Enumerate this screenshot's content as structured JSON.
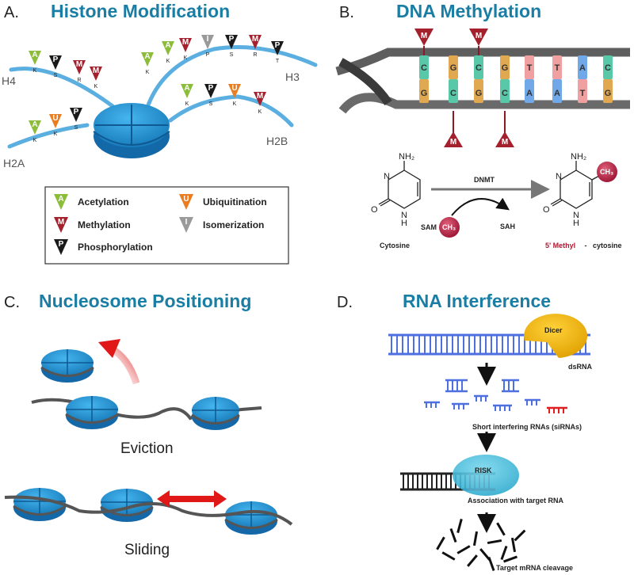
{
  "panels": {
    "a": {
      "letter": "A.",
      "title": "Histone Modification",
      "tails": {
        "h4": "H4",
        "h3": "H3",
        "h2a": "H2A",
        "h2b": "H2B"
      },
      "residues": {
        "k": "K",
        "s": "S",
        "r": "R",
        "t": "T",
        "p": "P"
      },
      "marks": {
        "acetyl": "A",
        "methyl": "M",
        "phospho": "P",
        "ubiq": "U",
        "isomer": "I"
      },
      "legend": {
        "acetylation": "Acetylation",
        "methylation": "Methylation",
        "phosphorylation": "Phosphorylation",
        "ubiquitination": "Ubiquitination",
        "isomerization": "Isomerization"
      }
    },
    "b": {
      "letter": "B.",
      "title": "DNA Methylation",
      "top_bases": [
        "C",
        "G",
        "C",
        "G",
        "T",
        "T",
        "A",
        "C"
      ],
      "bottom_bases": [
        "G",
        "C",
        "G",
        "C",
        "A",
        "A",
        "T",
        "G"
      ],
      "methyl_mark": "M",
      "reaction": {
        "nh2": "NH₂",
        "o": "O",
        "n": "N",
        "h": "H",
        "enzyme": "DNMT",
        "sam": "SAM",
        "ch3": "CH₃",
        "sah": "SAH",
        "substrate": "Cytosine",
        "product_prefix": "5' Methyl",
        "product_dash": " - ",
        "product_suffix": "cytosine"
      }
    },
    "c": {
      "letter": "C.",
      "title": "Nucleosome Positioning",
      "eviction": "Eviction",
      "sliding": "Sliding"
    },
    "d": {
      "letter": "D.",
      "title": "RNA Interference",
      "dicer": "Dicer",
      "dsrna": "dsRNA",
      "sirna": "Short interfering RNAs (siRNAs)",
      "risk": "RISK",
      "association": "Association with target RNA",
      "cleavage": "Target mRNA cleavage"
    }
  },
  "colors": {
    "title": "#1a7ea4",
    "histone": "#1e90c8",
    "tail": "#5aaee0",
    "acetyl": "#8bbd3a",
    "methyl": "#a3202c",
    "phospho": "#1a1a1a",
    "ubiq": "#ea7d20",
    "isomer": "#9a9a9a",
    "dna": "#5a5a5a",
    "rna": "#4d6fe0",
    "target": "#e02020",
    "dicer": "#f0b400",
    "risk": "#38b8d8",
    "arrow_red": "#e01818"
  }
}
